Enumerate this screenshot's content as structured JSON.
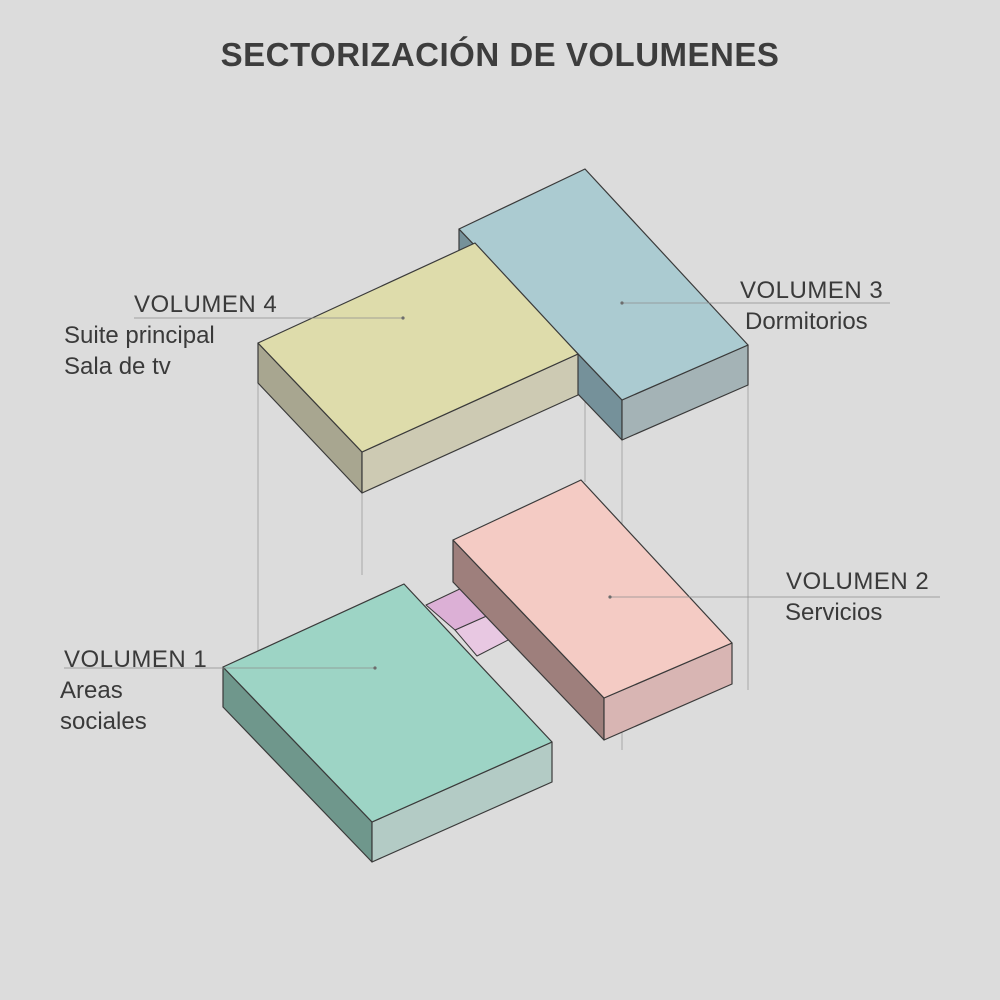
{
  "title": "SECTORIZACIÓN DE VOLUMENES",
  "volumes": [
    {
      "name": "VOLUMEN 1",
      "desc": [
        "Areas",
        "sociales"
      ],
      "top_color": "#9dd4c5",
      "side_light": "#b3cbc5",
      "side_dark": "#6f978c"
    },
    {
      "name": "VOLUMEN 2",
      "desc": [
        "Servicios"
      ],
      "top_color": "#f4cbc4",
      "side_light": "#d8b5b3",
      "side_dark": "#9e7f7c"
    },
    {
      "name": "VOLUMEN 3",
      "desc": [
        "Dormitorios"
      ],
      "top_color": "#abcbd1",
      "side_light": "#a4b3b6",
      "side_dark": "#75919a"
    },
    {
      "name": "VOLUMEN 4",
      "desc": [
        "Suite principal",
        "Sala de tv"
      ],
      "top_color": "#dedcab",
      "side_light": "#cdcab3",
      "side_dark": "#a8a690"
    }
  ],
  "connector_colors": {
    "top": "#dcb0d6",
    "side": "#e8c8e2"
  },
  "line_color": "#8e8e8e"
}
